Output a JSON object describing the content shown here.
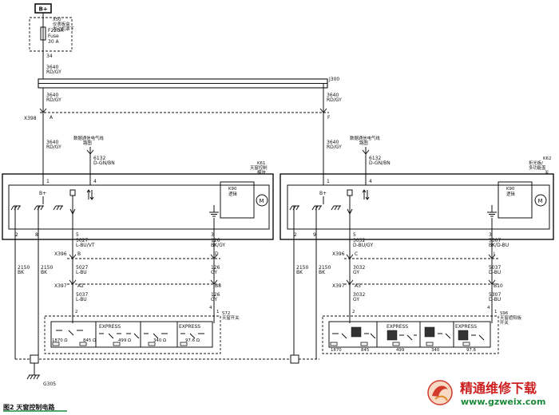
{
  "battery_label": "B+",
  "fuse_block": {
    "desc_line1": "X50",
    "desc_line2": "仪表板盒",
    "desc_line3": "发动机罩下",
    "fuse_name": "F22UA",
    "fuse_word": "Fuse",
    "fuse_rating": "30 A",
    "out_pin": "34"
  },
  "wires": {
    "w3640": "3640",
    "rdgy": "RD/GY",
    "w6132": "6132",
    "dgnbn": "D-GN/BN",
    "w2150": "2150",
    "bk": "BK",
    "w5027": "5027",
    "lbuvt": "L-BU/VT",
    "lbu": "L-BU",
    "w5037": "5037",
    "w126": "126",
    "bkgy": "BK/GY",
    "gy": "GY",
    "w3032": "3032",
    "dbugy": "D-BU/GY",
    "w5307": "5307",
    "bkdbu": "BK/D-BU",
    "dbu": "D-BU"
  },
  "splice": "J300",
  "connectors": {
    "x398": "X398",
    "x396": "X396",
    "x397": "X397",
    "pin_a": "A",
    "pin_f": "F",
    "pin_b": "B",
    "pin_d": "D",
    "pin_a2": "A2",
    "pin_b8": "B8",
    "pin_c": "C",
    "pin_j": "J",
    "pin_a3": "A3",
    "pin_b10": "B10"
  },
  "serial_data": {
    "line1": "数据通信电气线",
    "line2": "路图"
  },
  "module_left": {
    "id": "K61",
    "name_line1": "天窗控制",
    "name_line2": "模块",
    "pins_top": [
      "1",
      "4"
    ],
    "pins_bottom": [
      "2",
      "8",
      "5",
      "3"
    ],
    "bplus": "B+",
    "logic_code": "K90",
    "logic_name": "逻辑",
    "motor": "M"
  },
  "module_right": {
    "id": "K62",
    "name_line1": "折光板/",
    "name_line2": "多功能盖",
    "name_line3": "关",
    "pins_top": [
      "1",
      "4"
    ],
    "pins_bottom": [
      "2",
      "9",
      "5",
      "3"
    ],
    "bplus": "B+",
    "logic_code": "K90",
    "logic_name": "逻辑",
    "motor": "M"
  },
  "switch_left": {
    "id": "S72",
    "name": "天窗开关",
    "pins": [
      "2",
      "4",
      "1"
    ],
    "express1": "EXPRESS",
    "express2": "EXPRESS",
    "resistors": [
      "1870 Ω",
      "845 Ω",
      "499 Ω",
      "340 Ω",
      "97.6 Ω"
    ]
  },
  "switch_right": {
    "id": "S96",
    "name_line1": "天窗遮阳板",
    "name_line2": "开关",
    "pins": [
      "2",
      "4",
      "1"
    ],
    "express1": "EXPRESS",
    "express2": "EXPRESS",
    "resistors": [
      "1870",
      "845",
      "499",
      "340",
      "97.6"
    ]
  },
  "ground": "G305",
  "caption": "图2   天窗控制电路",
  "watermark": {
    "cn": "精通维修下载",
    "url": "www.gzweix.com"
  }
}
